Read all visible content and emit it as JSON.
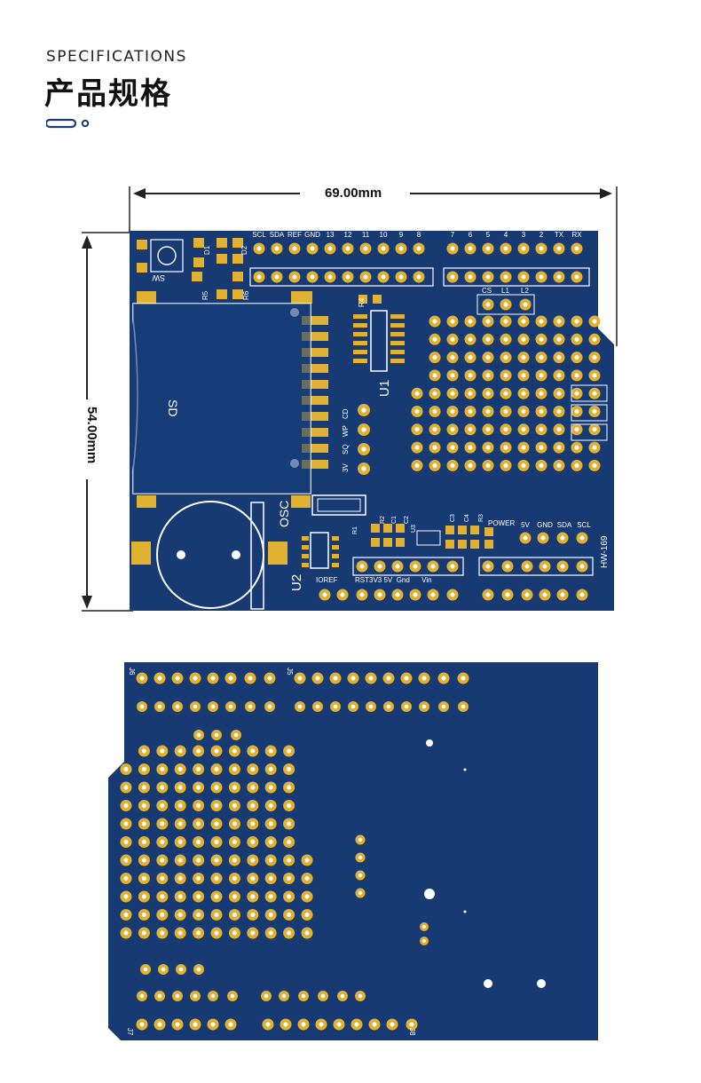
{
  "header": {
    "subtitle_en": "SPECIFICATIONS",
    "title_cn": "产品规格"
  },
  "dimensions": {
    "width": "69.00mm",
    "height": "54.00mm"
  },
  "front_labels": {
    "top_pins": [
      "SCL",
      "SDA",
      "REF",
      "GND",
      "13",
      "12",
      "11",
      "10",
      "9",
      "8",
      "7",
      "6",
      "5",
      "4",
      "3",
      "2",
      "TX",
      "RX"
    ],
    "sw": "SW",
    "d1": "D1",
    "d2": "D2",
    "r5": "R5",
    "r6": "R6",
    "r4": "R4",
    "sd": "SD",
    "u1": "U1",
    "u2": "U2",
    "osc": "OSC",
    "cd": "CD",
    "wp": "WP",
    "sq": "SQ",
    "v3": "3V",
    "cs": "CS",
    "l1": "L1",
    "l2": "L2",
    "power": "POWER",
    "i2c": [
      "5V",
      "GND",
      "SDA",
      "SCL"
    ],
    "r1": "R1",
    "r2": "R2",
    "c1": "C1",
    "c2": "C2",
    "c3": "C3",
    "c4": "C4",
    "r3": "R3",
    "u3": "U3",
    "ioref": "IOREF",
    "power_row": "RST3V3 5V  Gnd      Vin",
    "model": "HW-169"
  },
  "back_labels": {
    "j6": "J6",
    "j5": "J5",
    "j7": "J7",
    "j8": "J8"
  },
  "colors": {
    "pcb": "#173a73",
    "pad": "#e0b132",
    "hole": "#ffffff",
    "silk": "#ffffff"
  }
}
